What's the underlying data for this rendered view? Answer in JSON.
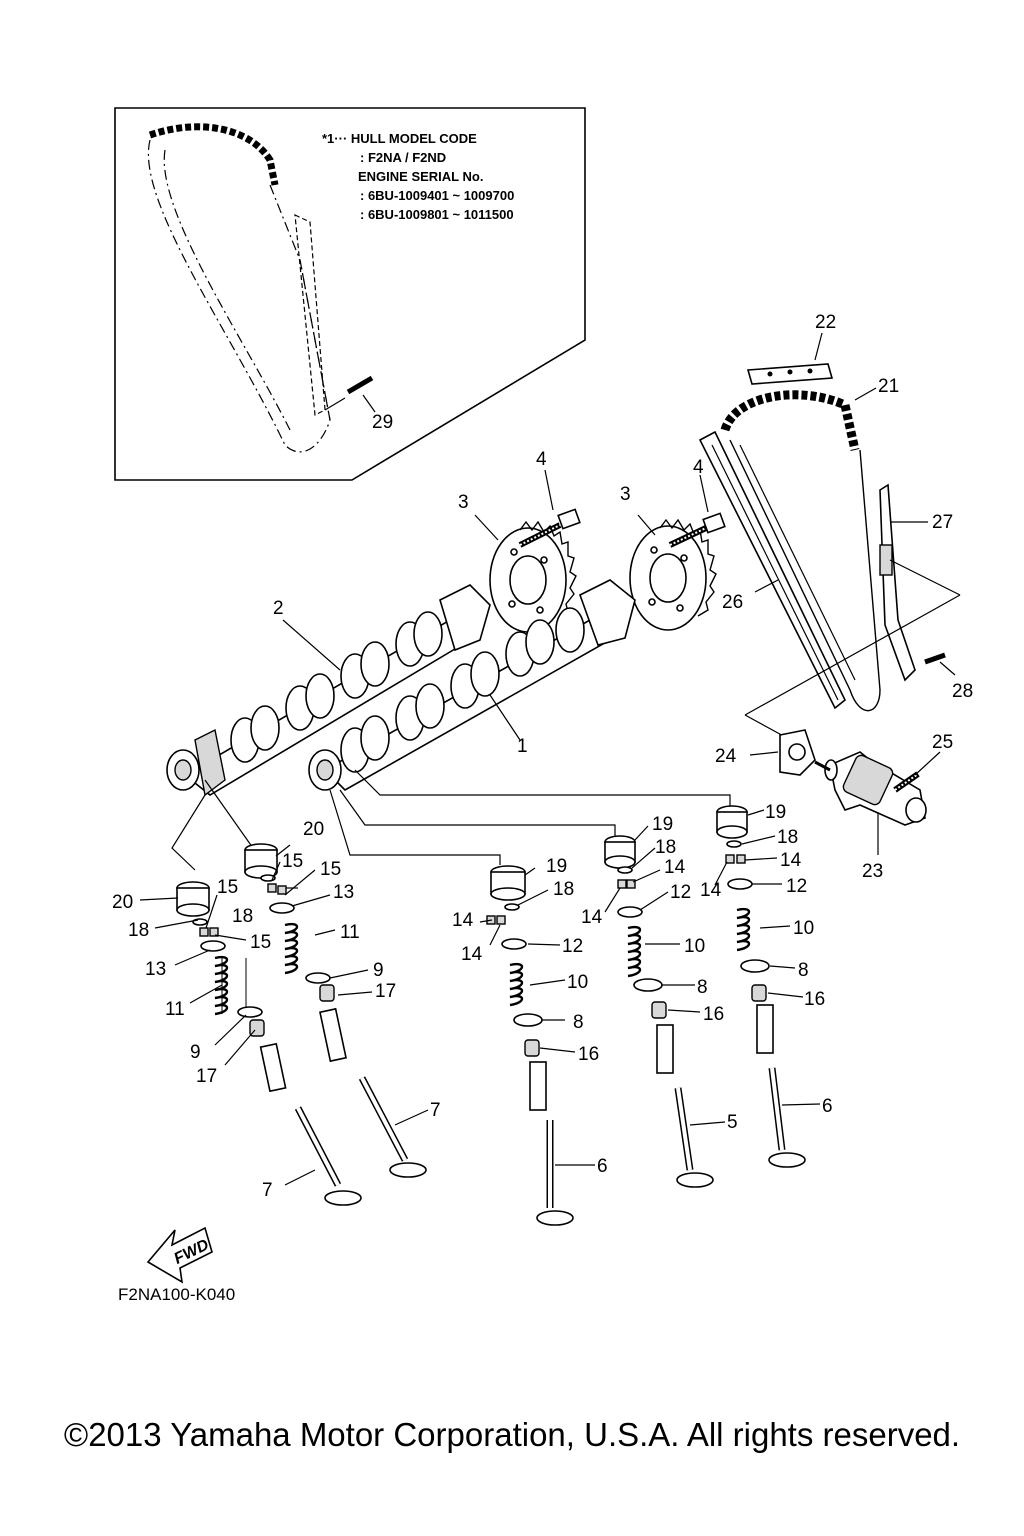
{
  "inset": {
    "lines": [
      "*1··· HULL MODEL CODE",
      ": F2NA / F2ND",
      "ENGINE SERIAL No.",
      ": 6BU-1009401 ~ 1009700",
      ": 6BU-1009801 ~ 1011500"
    ],
    "callout": "29"
  },
  "callouts": {
    "c22": "22",
    "c21": "21",
    "c27": "27",
    "c26": "26",
    "c28": "28",
    "c25": "25",
    "c24": "24",
    "c23": "23",
    "c4a": "4",
    "c4b": "4",
    "c3a": "3",
    "c3b": "3",
    "c2": "2",
    "c1": "1",
    "c20a": "20",
    "c20b": "20",
    "c19a": "19",
    "c19b": "19",
    "c19c": "19",
    "c18a": "18",
    "c18b": "18",
    "c18c": "18",
    "c18d": "18",
    "c18e": "18",
    "c15a": "15",
    "c15b": "15",
    "c15c": "15",
    "c15d": "15",
    "c14a": "14",
    "c14b": "14",
    "c14c": "14",
    "c14d": "14",
    "c14e": "14",
    "c14f": "14",
    "c13a": "13",
    "c13b": "13",
    "c12a": "12",
    "c12b": "12",
    "c12c": "12",
    "c11a": "11",
    "c11b": "11",
    "c10a": "10",
    "c10b": "10",
    "c10c": "10",
    "c9a": "9",
    "c9b": "9",
    "c8a": "8",
    "c8b": "8",
    "c8c": "8",
    "c17a": "17",
    "c17b": "17",
    "c16a": "16",
    "c16b": "16",
    "c16c": "16",
    "c7a": "7",
    "c7b": "7",
    "c6a": "6",
    "c6b": "6",
    "c5": "5"
  },
  "fwd_label": "FWD",
  "diagram_code": "F2NA100-K040",
  "copyright": "©2013 Yamaha Motor Corporation, U.S.A. All rights reserved."
}
